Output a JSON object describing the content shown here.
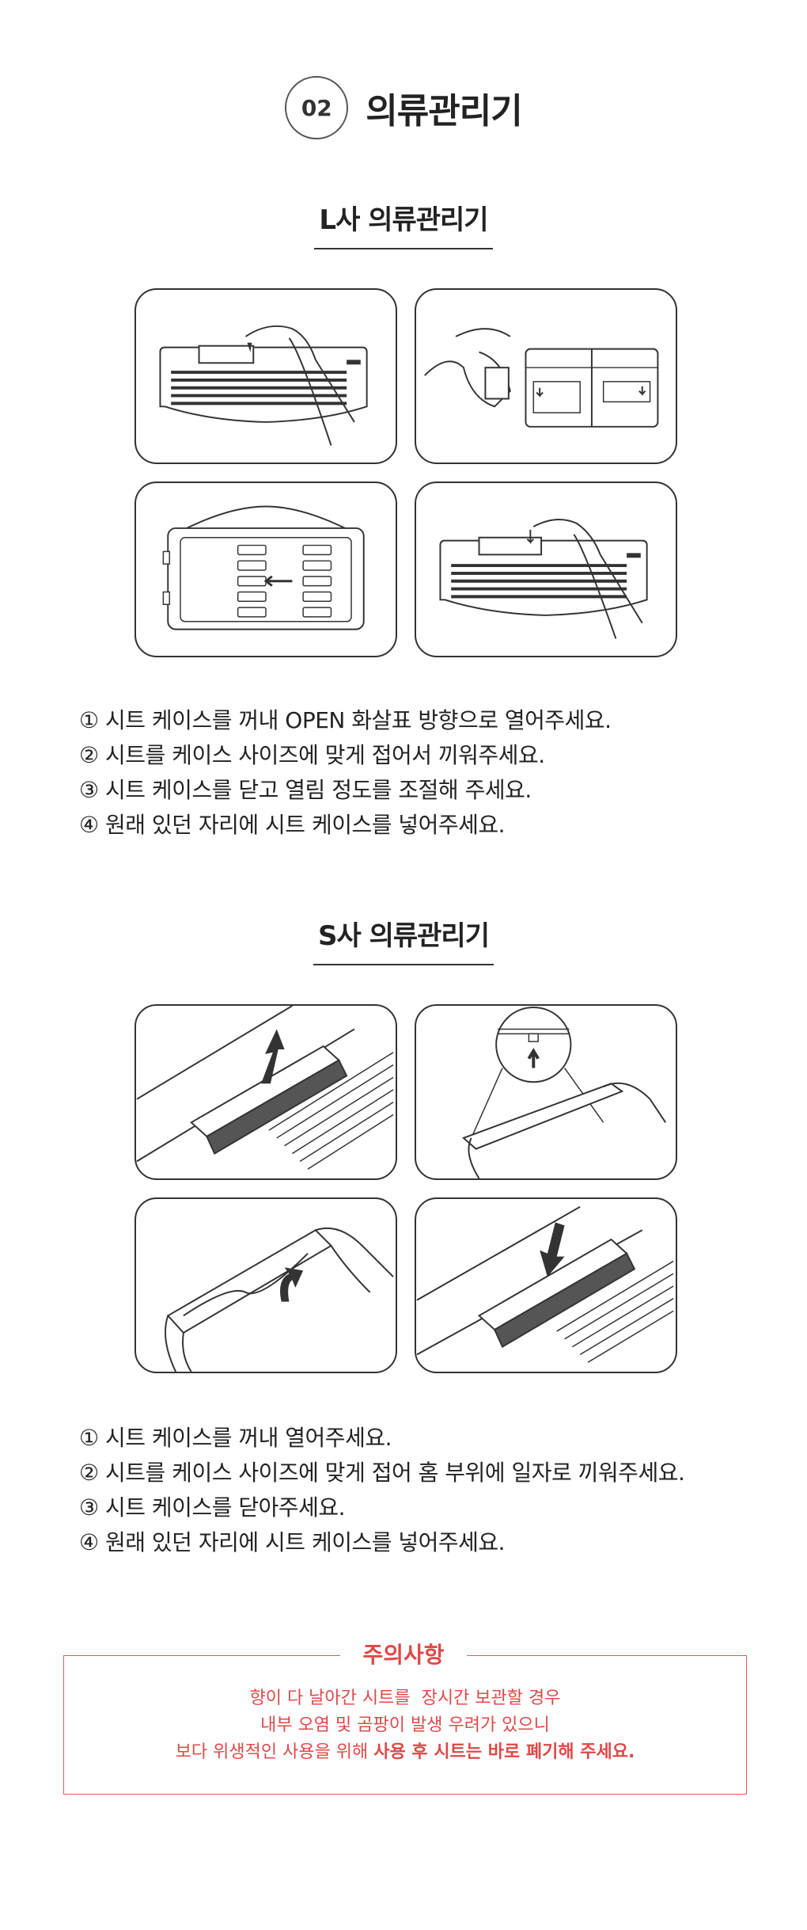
{
  "header": {
    "number": "02",
    "title": "의류관리기"
  },
  "sectionL": {
    "title": "L사 의류관리기",
    "steps": [
      "① 시트 케이스를 꺼내 OPEN 화살표 방향으로 열어주세요.",
      "② 시트를 케이스 사이즈에 맞게 접어서 끼워주세요.",
      "③ 시트 케이스를 닫고 열림 정도를 조절해 주세요.",
      "④ 원래 있던 자리에 시트 케이스를 넣어주세요."
    ]
  },
  "sectionS": {
    "title": "S사 의류관리기",
    "steps": [
      "① 시트 케이스를 꺼내 열어주세요.",
      "② 시트를 케이스 사이즈에 맞게 접어 홈 부위에 일자로 끼워주세요.",
      "③ 시트 케이스를 닫아주세요.",
      "④ 원래 있던 자리에 시트 케이스를 넣어주세요."
    ]
  },
  "caution": {
    "title": "주의사항",
    "line1": "향이 다 날아간 시트를  장시간 보관할 경우",
    "line2": "내부 오염 및 곰팡이 발생 우려가 있으니",
    "line3_normal": "보다 위생적인 사용을 위해 ",
    "line3_bold": "사용 후 시트는 바로 폐기해 주세요."
  },
  "colors": {
    "accent": "#e04848",
    "line": "#333333"
  }
}
